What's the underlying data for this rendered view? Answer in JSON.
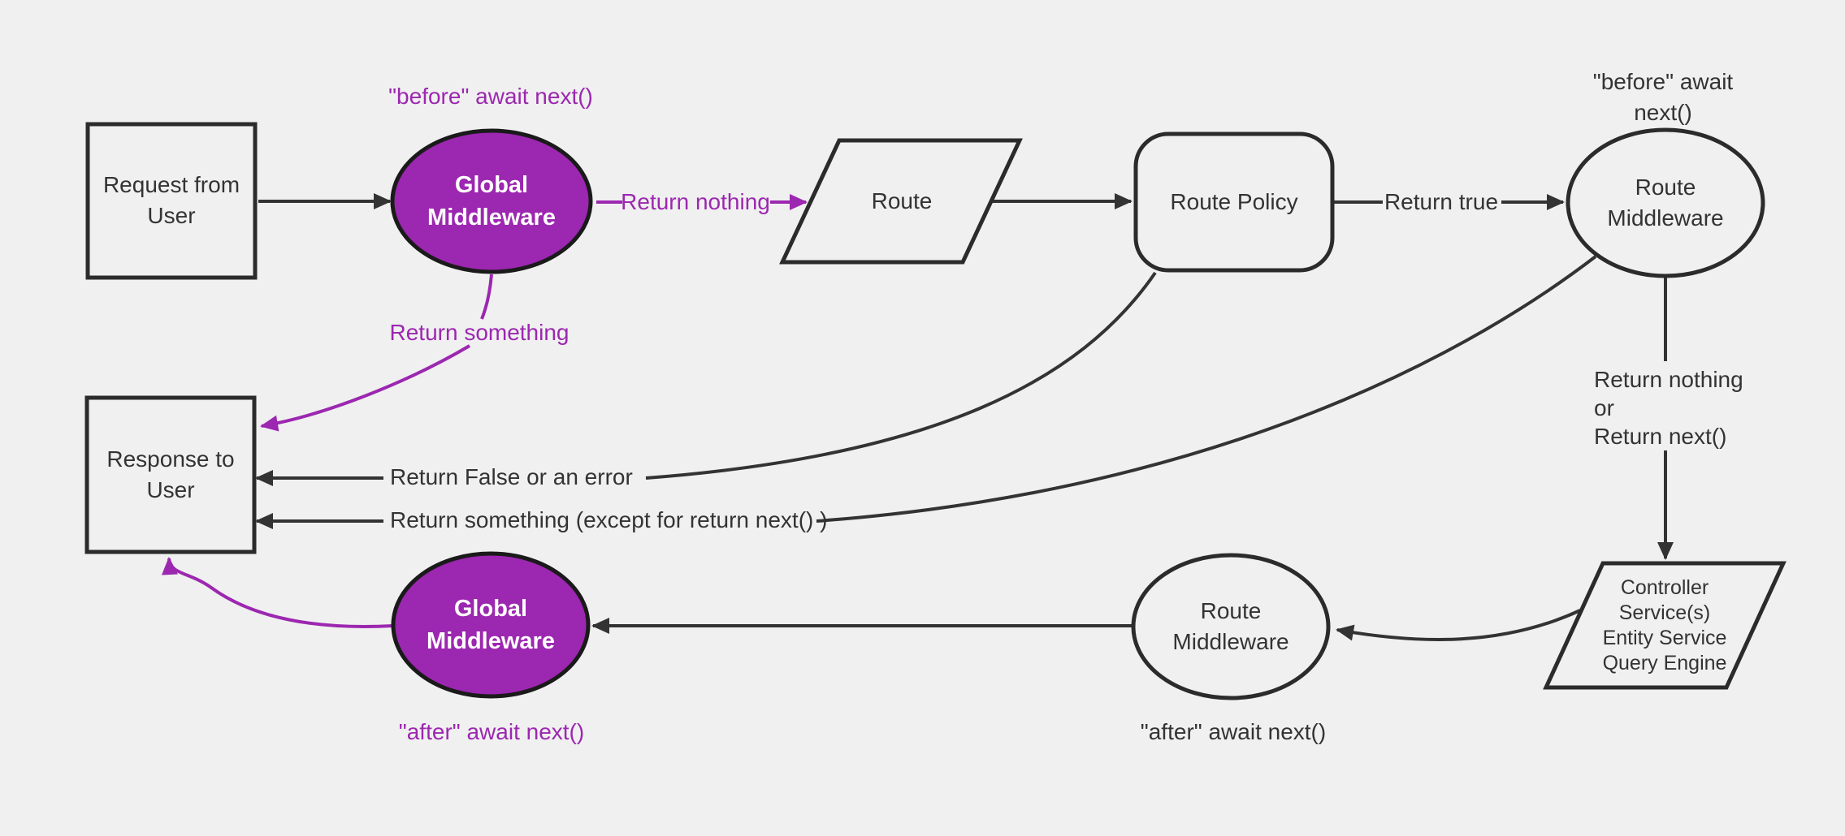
{
  "colors": {
    "background": "#f0f0f0",
    "purple": "#9c27b0",
    "dark": "#333333",
    "node_stroke": "#2b2b2b",
    "purple_node_stroke": "#1a1a1a"
  },
  "nodes": {
    "request": {
      "label": "Request from\nUser"
    },
    "global_middleware_top": {
      "label": "Global\nMiddleware"
    },
    "route": {
      "label": "Route"
    },
    "route_policy": {
      "label": "Route Policy"
    },
    "route_middleware_top": {
      "label": "Route\nMiddleware"
    },
    "controller": {
      "label": "Controller\nService(s)\nEntity Service\nQuery Engine"
    },
    "route_middleware_bottom": {
      "label": "Route\nMiddleware"
    },
    "global_middleware_bottom": {
      "label": "Global\nMiddleware"
    },
    "response": {
      "label": "Response to\nUser"
    }
  },
  "annotations": {
    "before_global": "\"before\" await next()",
    "before_route": "\"before\" await next()",
    "after_route": "\"after\" await next()",
    "after_global": "\"after\" await next()"
  },
  "edge_labels": {
    "return_nothing": "Return nothing",
    "return_true": "Return true",
    "return_something": "Return something",
    "return_false_error": "Return False or an error",
    "return_something_except": "Return something (except for return next() )",
    "return_nothing_or_next": "Return nothing\nor\nReturn next()"
  }
}
